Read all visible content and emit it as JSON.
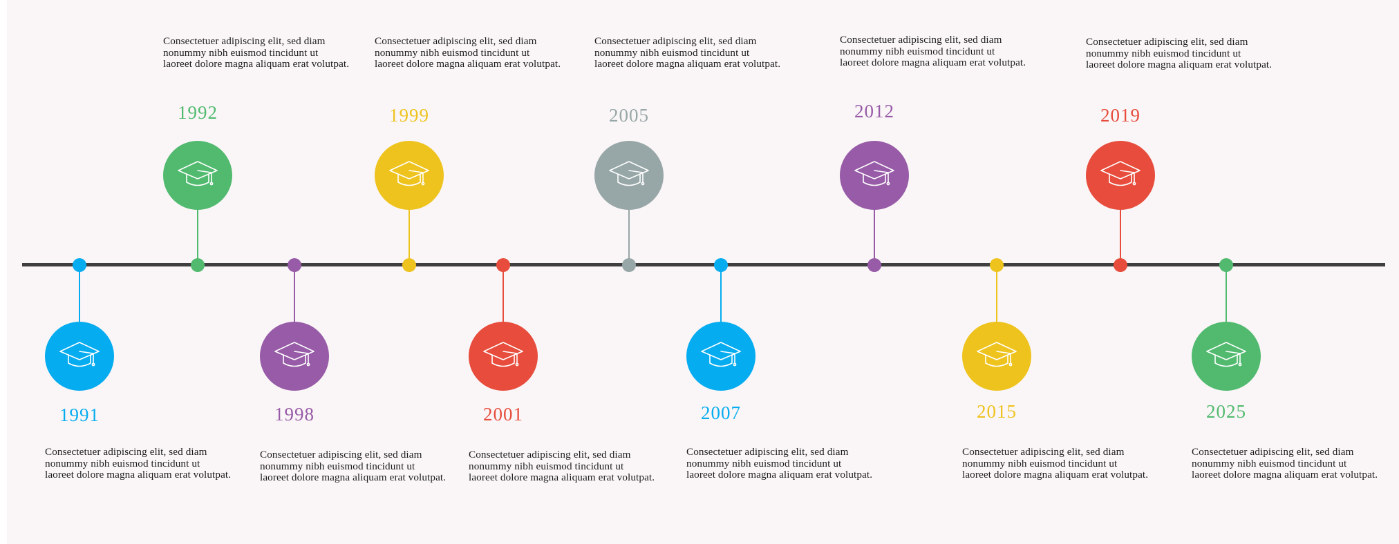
{
  "icon": "graduation-cap-icon",
  "colors": {
    "green": "#51ba6f",
    "yellow": "#eec31e",
    "gray": "#97a6a6",
    "purple": "#975ba7",
    "red": "#e74c3c",
    "blue": "#06acf0",
    "axis": "#3f3f3f",
    "background": "#faf6f7"
  },
  "events": [
    {
      "year": "1991",
      "color": "blue",
      "position": "below",
      "description": "Consectetuer adipiscing elit, sed diam nonummy nibh euismod tincidunt ut laoreet dolore magna aliquam erat volutpat."
    },
    {
      "year": "1992",
      "color": "green",
      "position": "above",
      "description": "Consectetuer adipiscing elit, sed diam nonummy nibh euismod tincidunt ut laoreet dolore magna aliquam erat volutpat."
    },
    {
      "year": "1998",
      "color": "purple",
      "position": "below",
      "description": "Consectetuer adipiscing elit, sed diam nonummy nibh euismod tincidunt ut laoreet dolore magna aliquam erat volutpat."
    },
    {
      "year": "1999",
      "color": "yellow",
      "position": "above",
      "description": "Consectetuer adipiscing elit, sed diam nonummy nibh euismod tincidunt ut laoreet dolore magna aliquam erat volutpat."
    },
    {
      "year": "2001",
      "color": "red",
      "position": "below",
      "description": "Consectetuer adipiscing elit, sed diam nonummy nibh euismod tincidunt ut laoreet dolore magna aliquam erat volutpat."
    },
    {
      "year": "2005",
      "color": "gray",
      "position": "above",
      "description": "Consectetuer adipiscing elit, sed diam nonummy nibh euismod tincidunt ut laoreet dolore magna aliquam erat volutpat."
    },
    {
      "year": "2007",
      "color": "blue",
      "position": "below",
      "description": "Consectetuer adipiscing elit, sed diam nonummy nibh euismod tincidunt ut laoreet dolore magna aliquam erat volutpat."
    },
    {
      "year": "2012",
      "color": "purple",
      "position": "above",
      "description": "Consectetuer adipiscing elit, sed diam nonummy nibh euismod tincidunt ut laoreet dolore magna aliquam erat volutpat."
    },
    {
      "year": "2015",
      "color": "yellow",
      "position": "below",
      "description": "Consectetuer adipiscing elit, sed diam nonummy nibh euismod tincidunt ut laoreet dolore magna aliquam erat volutpat."
    },
    {
      "year": "2019",
      "color": "red",
      "position": "above",
      "description": "Consectetuer adipiscing elit, sed diam nonummy nibh euismod tincidunt ut laoreet dolore magna aliquam erat volutpat."
    },
    {
      "year": "2025",
      "color": "green",
      "position": "below",
      "description": "Consectetuer adipiscing elit, sed diam nonummy nibh euismod tincidunt ut laoreet dolore magna aliquam erat volutpat."
    }
  ]
}
